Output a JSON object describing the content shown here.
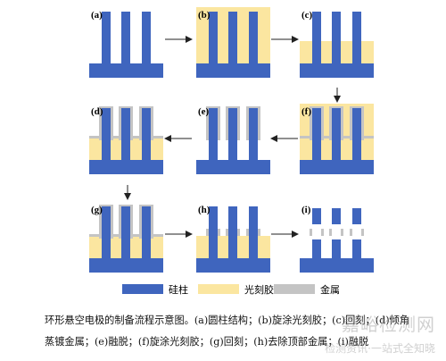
{
  "panels": [
    {
      "id": "a",
      "label": "(a)",
      "resist": "none",
      "metal": "none",
      "pillars": "full"
    },
    {
      "id": "b",
      "label": "(b)",
      "resist": "full",
      "metal": "none",
      "pillars": "full"
    },
    {
      "id": "c",
      "label": "(c)",
      "resist": "partial",
      "metal": "none",
      "pillars": "full"
    },
    {
      "id": "d",
      "label": "(d)",
      "resist": "partial",
      "metal": "coated",
      "pillars": "full"
    },
    {
      "id": "e",
      "label": "(e)",
      "resist": "none",
      "metal": "coated",
      "pillars": "full"
    },
    {
      "id": "f",
      "label": "(f)",
      "resist": "full",
      "metal": "coated",
      "pillars": "full"
    },
    {
      "id": "g",
      "label": "(g)",
      "resist": "partial",
      "metal": "coated",
      "pillars": "full"
    },
    {
      "id": "h",
      "label": "(h)",
      "resist": "partial",
      "metal": "bottom",
      "pillars": "full"
    },
    {
      "id": "i",
      "label": "(i)",
      "resist": "none",
      "metal": "none",
      "pillars": "hollow"
    }
  ],
  "legend": [
    {
      "label": "硅柱",
      "color": "#3f65be"
    },
    {
      "label": "光刻胶",
      "color": "#fbe6a0"
    },
    {
      "label": "金属",
      "color": "#c4c4c4"
    }
  ],
  "caption": {
    "line1": "环形悬空电极的制备流程示意图。(a)圆柱结构；(b)旋涂光刻胶；(c)回刻；(d)倾角",
    "line2": "蒸镀金属；(e)融脱；(f)旋涂光刻胶；(g)回刻；(h)去除顶部金属；(i)融脱"
  },
  "watermark": {
    "main": "嘉峪检测网",
    "sub": "检测资讯·一站式全知晓"
  },
  "colors": {
    "silicon": "#3f65be",
    "resist": "#fbe6a0",
    "metal": "#c4c4c4",
    "arrow": "#222222"
  }
}
